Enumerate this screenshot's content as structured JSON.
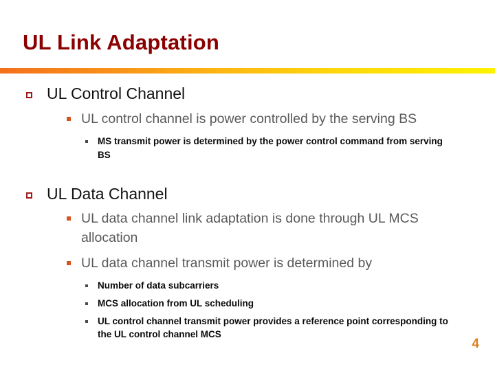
{
  "slide": {
    "title": "UL Link Adaptation",
    "page_number": "4",
    "colors": {
      "title": "#8B0000",
      "rule_start": "#F4701B",
      "rule_end": "#FFF200",
      "level1_bullet": "#9E1B1B",
      "level2_bullet": "#D9531E",
      "level3_bullet": "#4A4A4A",
      "level1_text": "#111111",
      "level2_text": "#595959",
      "level3_text": "#0A0A0A",
      "page_number": "#E08020",
      "background": "#FFFFFF"
    }
  },
  "sections": [
    {
      "heading": "UL Control Channel",
      "bullets": [
        {
          "text": "UL control channel is power controlled by the serving BS",
          "sub": [
            "MS transmit power is determined by the power control command from serving BS"
          ]
        }
      ]
    },
    {
      "heading": "UL Data Channel",
      "bullets": [
        {
          "text": "UL data channel link adaptation is done through UL MCS allocation",
          "sub": []
        },
        {
          "text": "UL data channel transmit power is determined by",
          "sub": [
            "Number of data subcarriers",
            "MCS allocation from UL scheduling",
            "UL control channel transmit power provides a reference point corresponding to the UL control channel MCS"
          ]
        }
      ]
    }
  ]
}
